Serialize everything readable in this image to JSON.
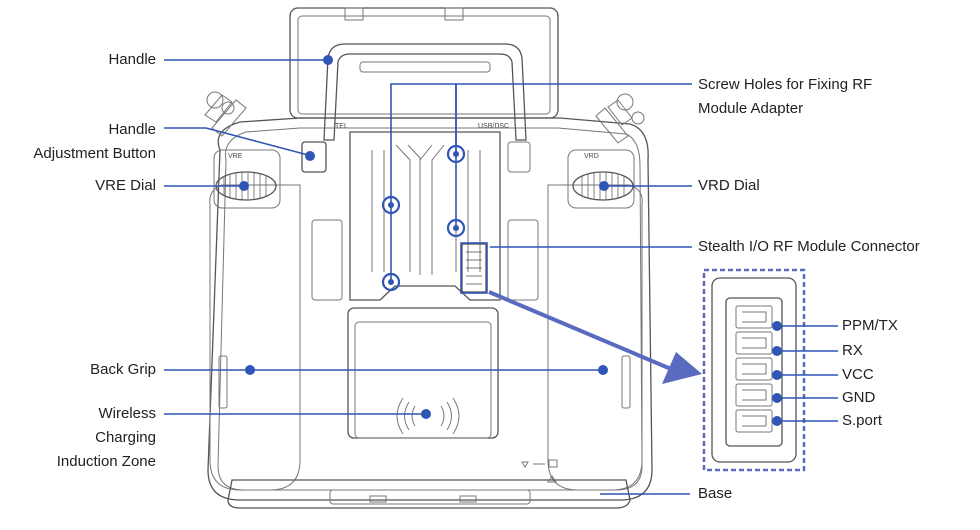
{
  "labels": {
    "handle": "Handle",
    "handle_adjust_1": "Handle",
    "handle_adjust_2": "Adjustment Button",
    "vre_dial": "VRE Dial",
    "back_grip": "Back Grip",
    "wireless_1": "Wireless",
    "wireless_2": "Charging",
    "wireless_3": "Induction Zone",
    "screw_holes_1": "Screw Holes for Fixing RF",
    "screw_holes_2": "Module Adapter",
    "vrd_dial": "VRD Dial",
    "stealth_connector": "Stealth I/O RF Module Connector",
    "base": "Base"
  },
  "pins": [
    "PPM/TX",
    "RX",
    "VCC",
    "GND",
    "S.port"
  ],
  "device_marks": {
    "vre": "VRE",
    "vrd": "VRD",
    "tel": "TEL",
    "usb": "USB/DSC"
  },
  "colors": {
    "accent": "#2f55b5",
    "arrow_fill": "#5a6bbf",
    "outline": "#555555",
    "text": "#222222"
  }
}
